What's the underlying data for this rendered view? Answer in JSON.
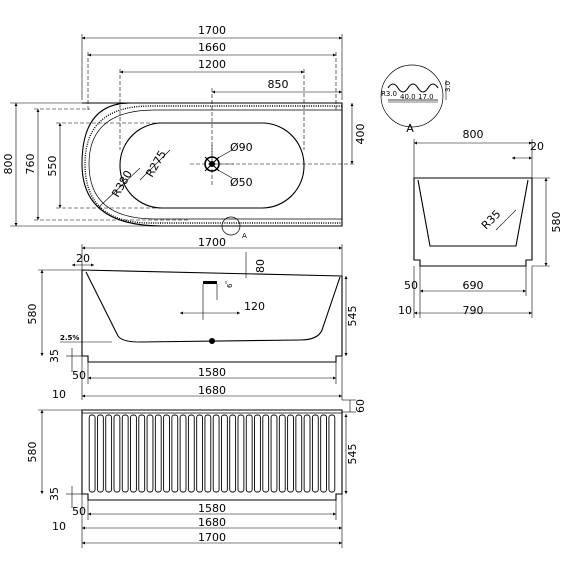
{
  "top_view": {
    "overall_length": "1700",
    "outer_rim": "1660",
    "inner_length": "1200",
    "drain_offset": "850",
    "width_total": "800",
    "width_inner": "760",
    "bowl_width": "550",
    "drain_to_edge": "400",
    "radius_outer": "R380",
    "radius_inner": "R275",
    "overflow_dia": "Ø90",
    "drain_dia": "Ø50",
    "detail_callout": "A"
  },
  "detail_a": {
    "dim_left": "R3.0",
    "dim_mid": "40.0",
    "dim_right": "17.0",
    "dim_side": "3.0",
    "label": "A"
  },
  "side_view": {
    "width": "800",
    "top_lip": "20",
    "height": "580",
    "radius": "R35",
    "dim_50": "50",
    "dim_10": "10",
    "bottom_inner": "690",
    "bottom_outer": "790"
  },
  "front_view": {
    "overall": "1700",
    "left_lip": "20",
    "height_left": "580",
    "height_right": "545",
    "slope": "2.5%",
    "base_height": "35",
    "faucet_80": "80",
    "faucet_6": "6",
    "faucet_120": "120",
    "dim_50": "50",
    "base_1580": "1580",
    "dim_10": "10",
    "base_1680": "1680"
  },
  "panel_view": {
    "top_lip": "60",
    "height_left": "580",
    "height_right": "545",
    "base_height": "35",
    "dim_50": "50",
    "base_1580": "1580",
    "dim_10": "10",
    "base_1680": "1680",
    "overall": "1700",
    "flute_count": 30
  }
}
